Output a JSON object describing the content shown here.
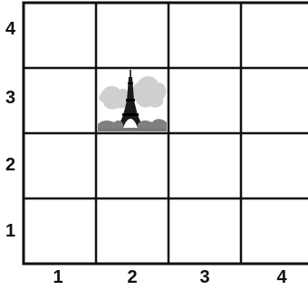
{
  "grid": {
    "columns": 4,
    "rows": 4,
    "x_labels": [
      "1",
      "2",
      "3",
      "4"
    ],
    "y_labels": [
      "4",
      "3",
      "2",
      "1"
    ],
    "line_color": "#111111"
  },
  "landmark": {
    "icon": "eiffel-tower-icon",
    "column": 2,
    "row": 3
  }
}
